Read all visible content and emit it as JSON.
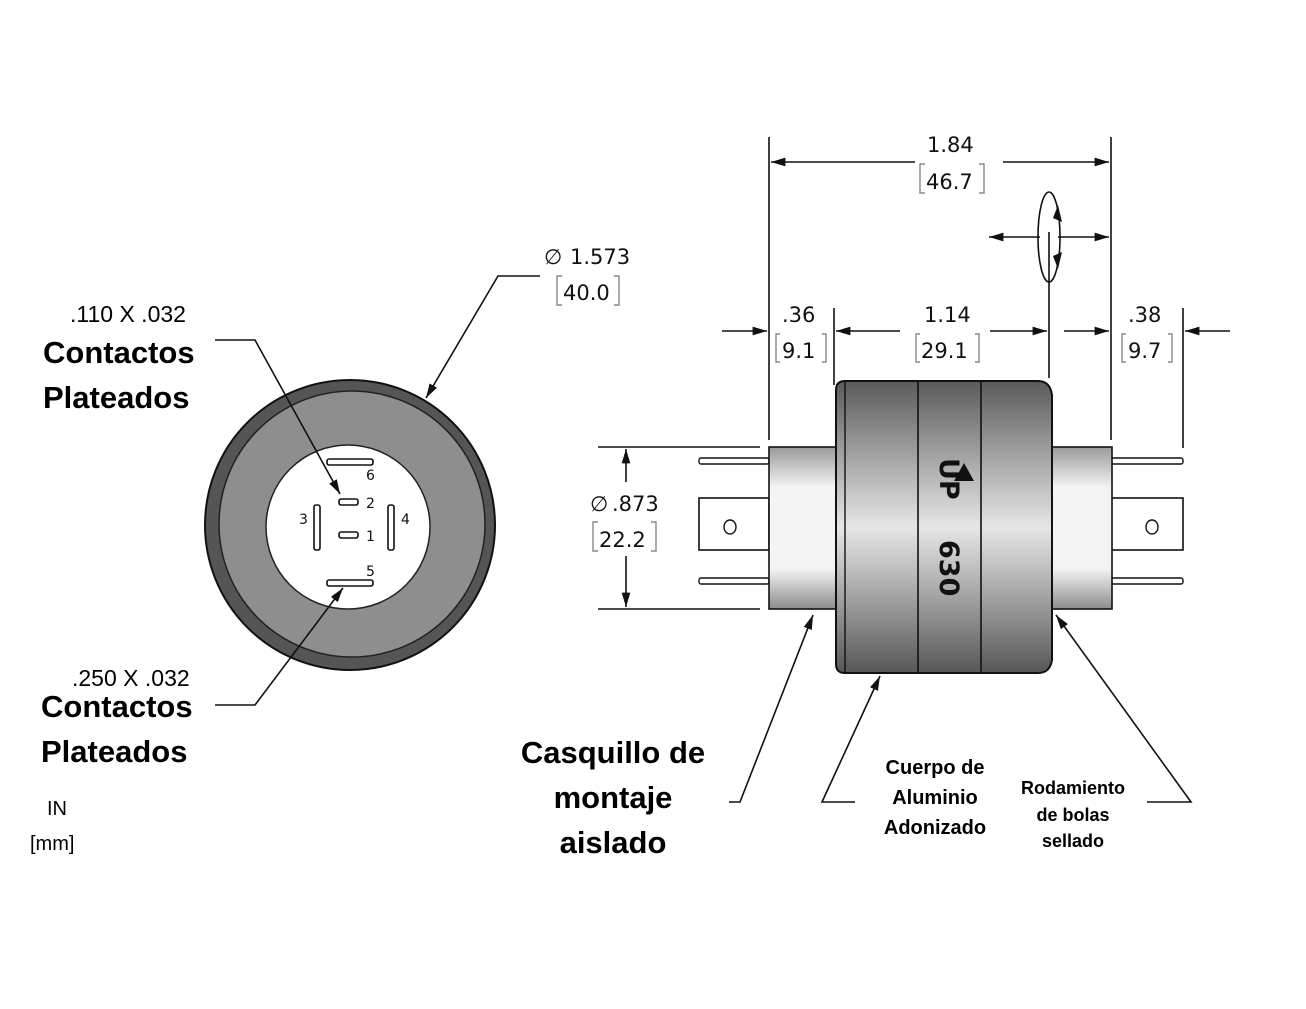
{
  "units": {
    "primary": "IN",
    "secondary": "[mm]"
  },
  "end_view": {
    "diameter": {
      "symbol": "∅",
      "inches": "1.573",
      "mm": "40.0"
    },
    "pins": [
      "1",
      "2",
      "3",
      "4",
      "5",
      "6"
    ],
    "callout_small": {
      "size": ".110 X .032",
      "line1": "Contactos",
      "line2": "Plateados"
    },
    "callout_large": {
      "size": ".250 X .032",
      "line1": "Contactos",
      "line2": "Plateados"
    }
  },
  "side_view": {
    "overall_length": {
      "inches": "1.84",
      "mm": "46.7"
    },
    "left_stub": {
      "inches": ".36",
      "mm": "9.1"
    },
    "body_length": {
      "inches": "1.14",
      "mm": "29.1"
    },
    "right_stub": {
      "inches": ".38",
      "mm": "9.7"
    },
    "bushing_diameter": {
      "symbol": "∅",
      "inches": ".873",
      "mm": "22.2"
    },
    "marking_up": "UP",
    "marking_model": "630"
  },
  "labels": {
    "bushing": {
      "line1": "Casquillo de",
      "line2": "montaje",
      "line3": "aislado"
    },
    "body": {
      "line1": "Cuerpo de",
      "line2": "Aluminio",
      "line3": "Adonizado"
    },
    "bearing": {
      "line1": "Rodamiento",
      "line2": "de bolas",
      "line3": "sellado"
    }
  },
  "colors": {
    "ring_outer": "#5e5e5e",
    "ring_face": "#8e8e8e",
    "body_dark": "#6a6a6a",
    "body_light": "#e8e8e8"
  }
}
